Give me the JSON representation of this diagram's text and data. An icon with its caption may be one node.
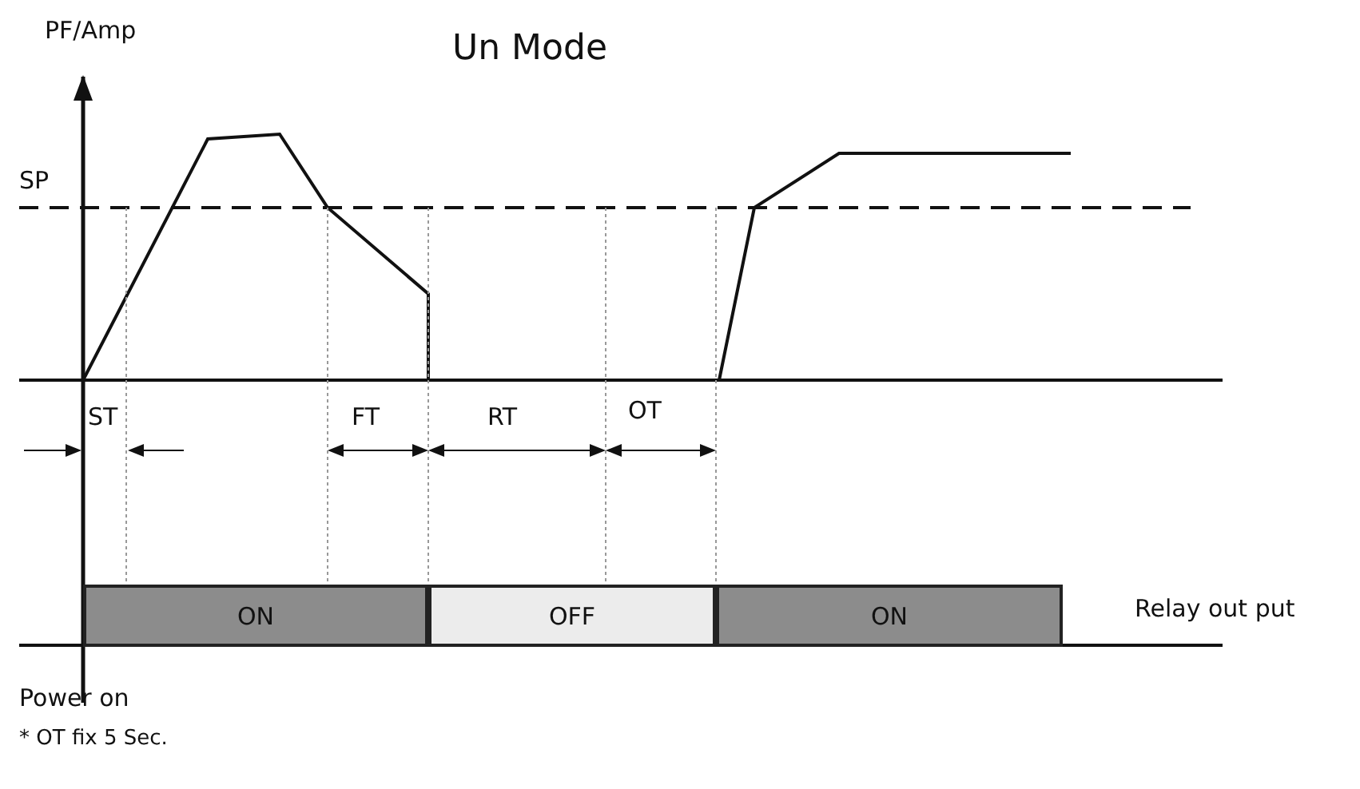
{
  "diagram": {
    "title": "Un Mode",
    "nodes": [
      {
        "text": [
          "ON"
        ]
      },
      {
        "text": [
          "OFF"
        ]
      },
      {
        "text": [
          "ON"
        ]
      }
    ],
    "labels": [
      "PF/Amp",
      "SP",
      "ST",
      "FT",
      "RT",
      "OT",
      "Relay out put",
      "Power on",
      "* OT fix 5 Sec."
    ]
  }
}
